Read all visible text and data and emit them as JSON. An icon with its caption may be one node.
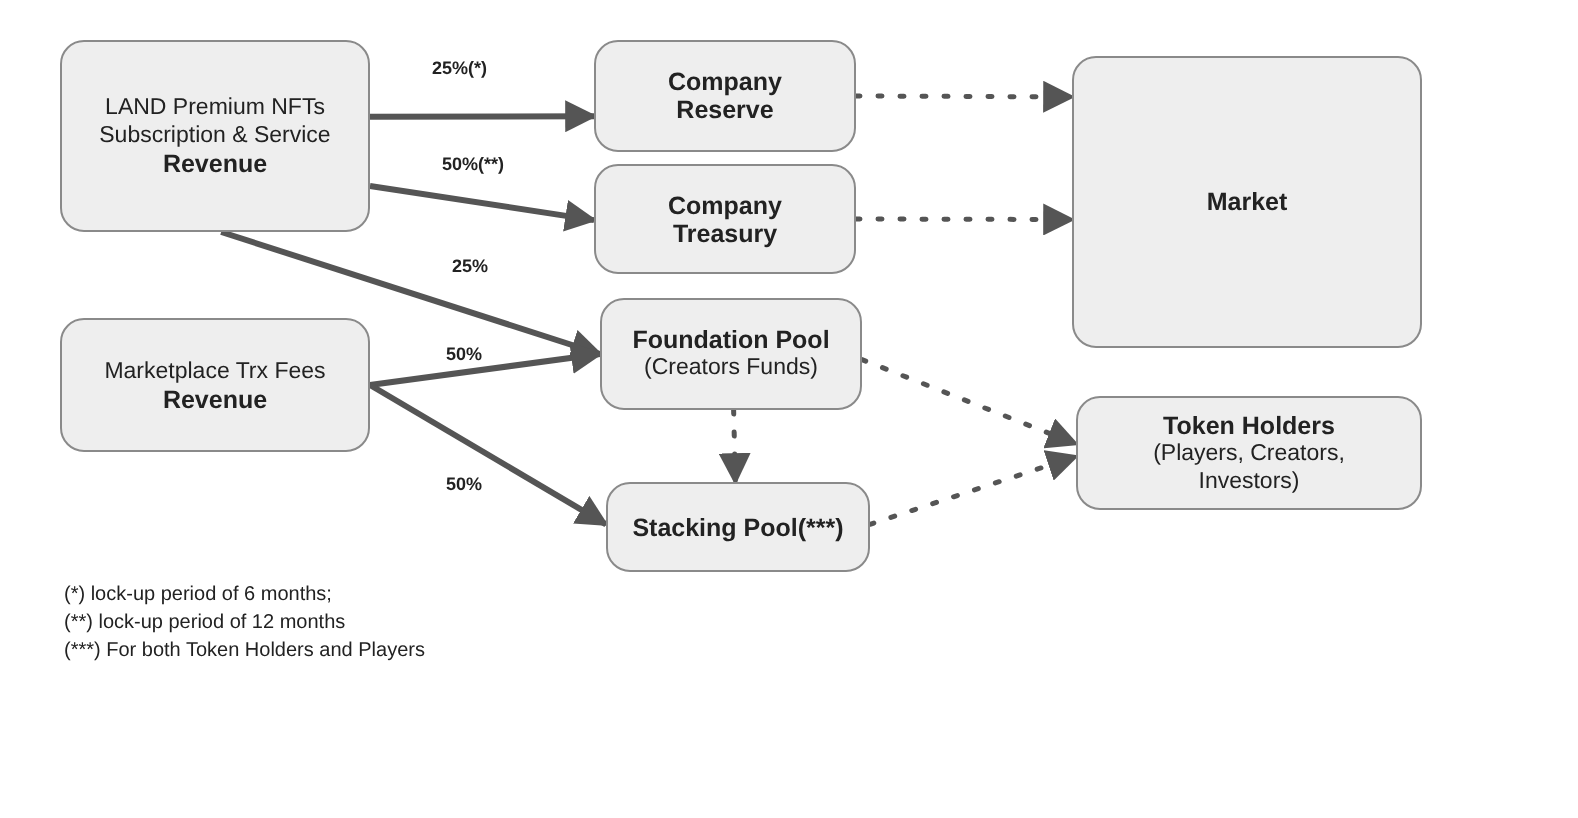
{
  "diagram": {
    "nodes": [
      {
        "text": [
          "LAND Premium NFTs Subscription & Service",
          "Revenue"
        ]
      },
      {
        "text": [
          "Company Reserve"
        ]
      },
      {
        "text": [
          "Company Treasury"
        ]
      },
      {
        "text": [
          "Market"
        ]
      },
      {
        "text": [
          "Marketplace Trx Fees",
          "Revenue"
        ]
      },
      {
        "text": [
          "Foundation Pool",
          "(Creators Funds)"
        ]
      },
      {
        "text": [
          "Token Holders",
          "(Players, Creators, Investors)"
        ]
      },
      {
        "text": [
          "Stacking Pool(***)"
        ]
      }
    ],
    "edges": [
      {
        "from": 0,
        "to": 1,
        "arrow": "to",
        "label": "25%(*)"
      },
      {
        "from": 0,
        "to": 2,
        "arrow": "to",
        "label": "50%(**)"
      },
      {
        "from": 0,
        "to": 5,
        "arrow": "to",
        "label": "25%"
      },
      {
        "from": 4,
        "to": 5,
        "arrow": "to",
        "label": "50%"
      },
      {
        "from": 4,
        "to": 7,
        "arrow": "to",
        "label": "50%"
      },
      {
        "from": 1,
        "to": 3,
        "arrow": "to",
        "style": "dashed"
      },
      {
        "from": 2,
        "to": 3,
        "arrow": "to",
        "style": "dashed"
      },
      {
        "from": 5,
        "to": 7,
        "arrow": "to",
        "style": "dashed"
      },
      {
        "from": 5,
        "to": 6,
        "arrow": "to",
        "style": "dashed"
      },
      {
        "from": 7,
        "to": 6,
        "arrow": "to",
        "style": "dashed"
      }
    ],
    "labels": [
      "(*) lock-up period of 6 months;",
      "(**) lock-up period of 12 months",
      "(***) For both Token Holders and Players"
    ]
  }
}
